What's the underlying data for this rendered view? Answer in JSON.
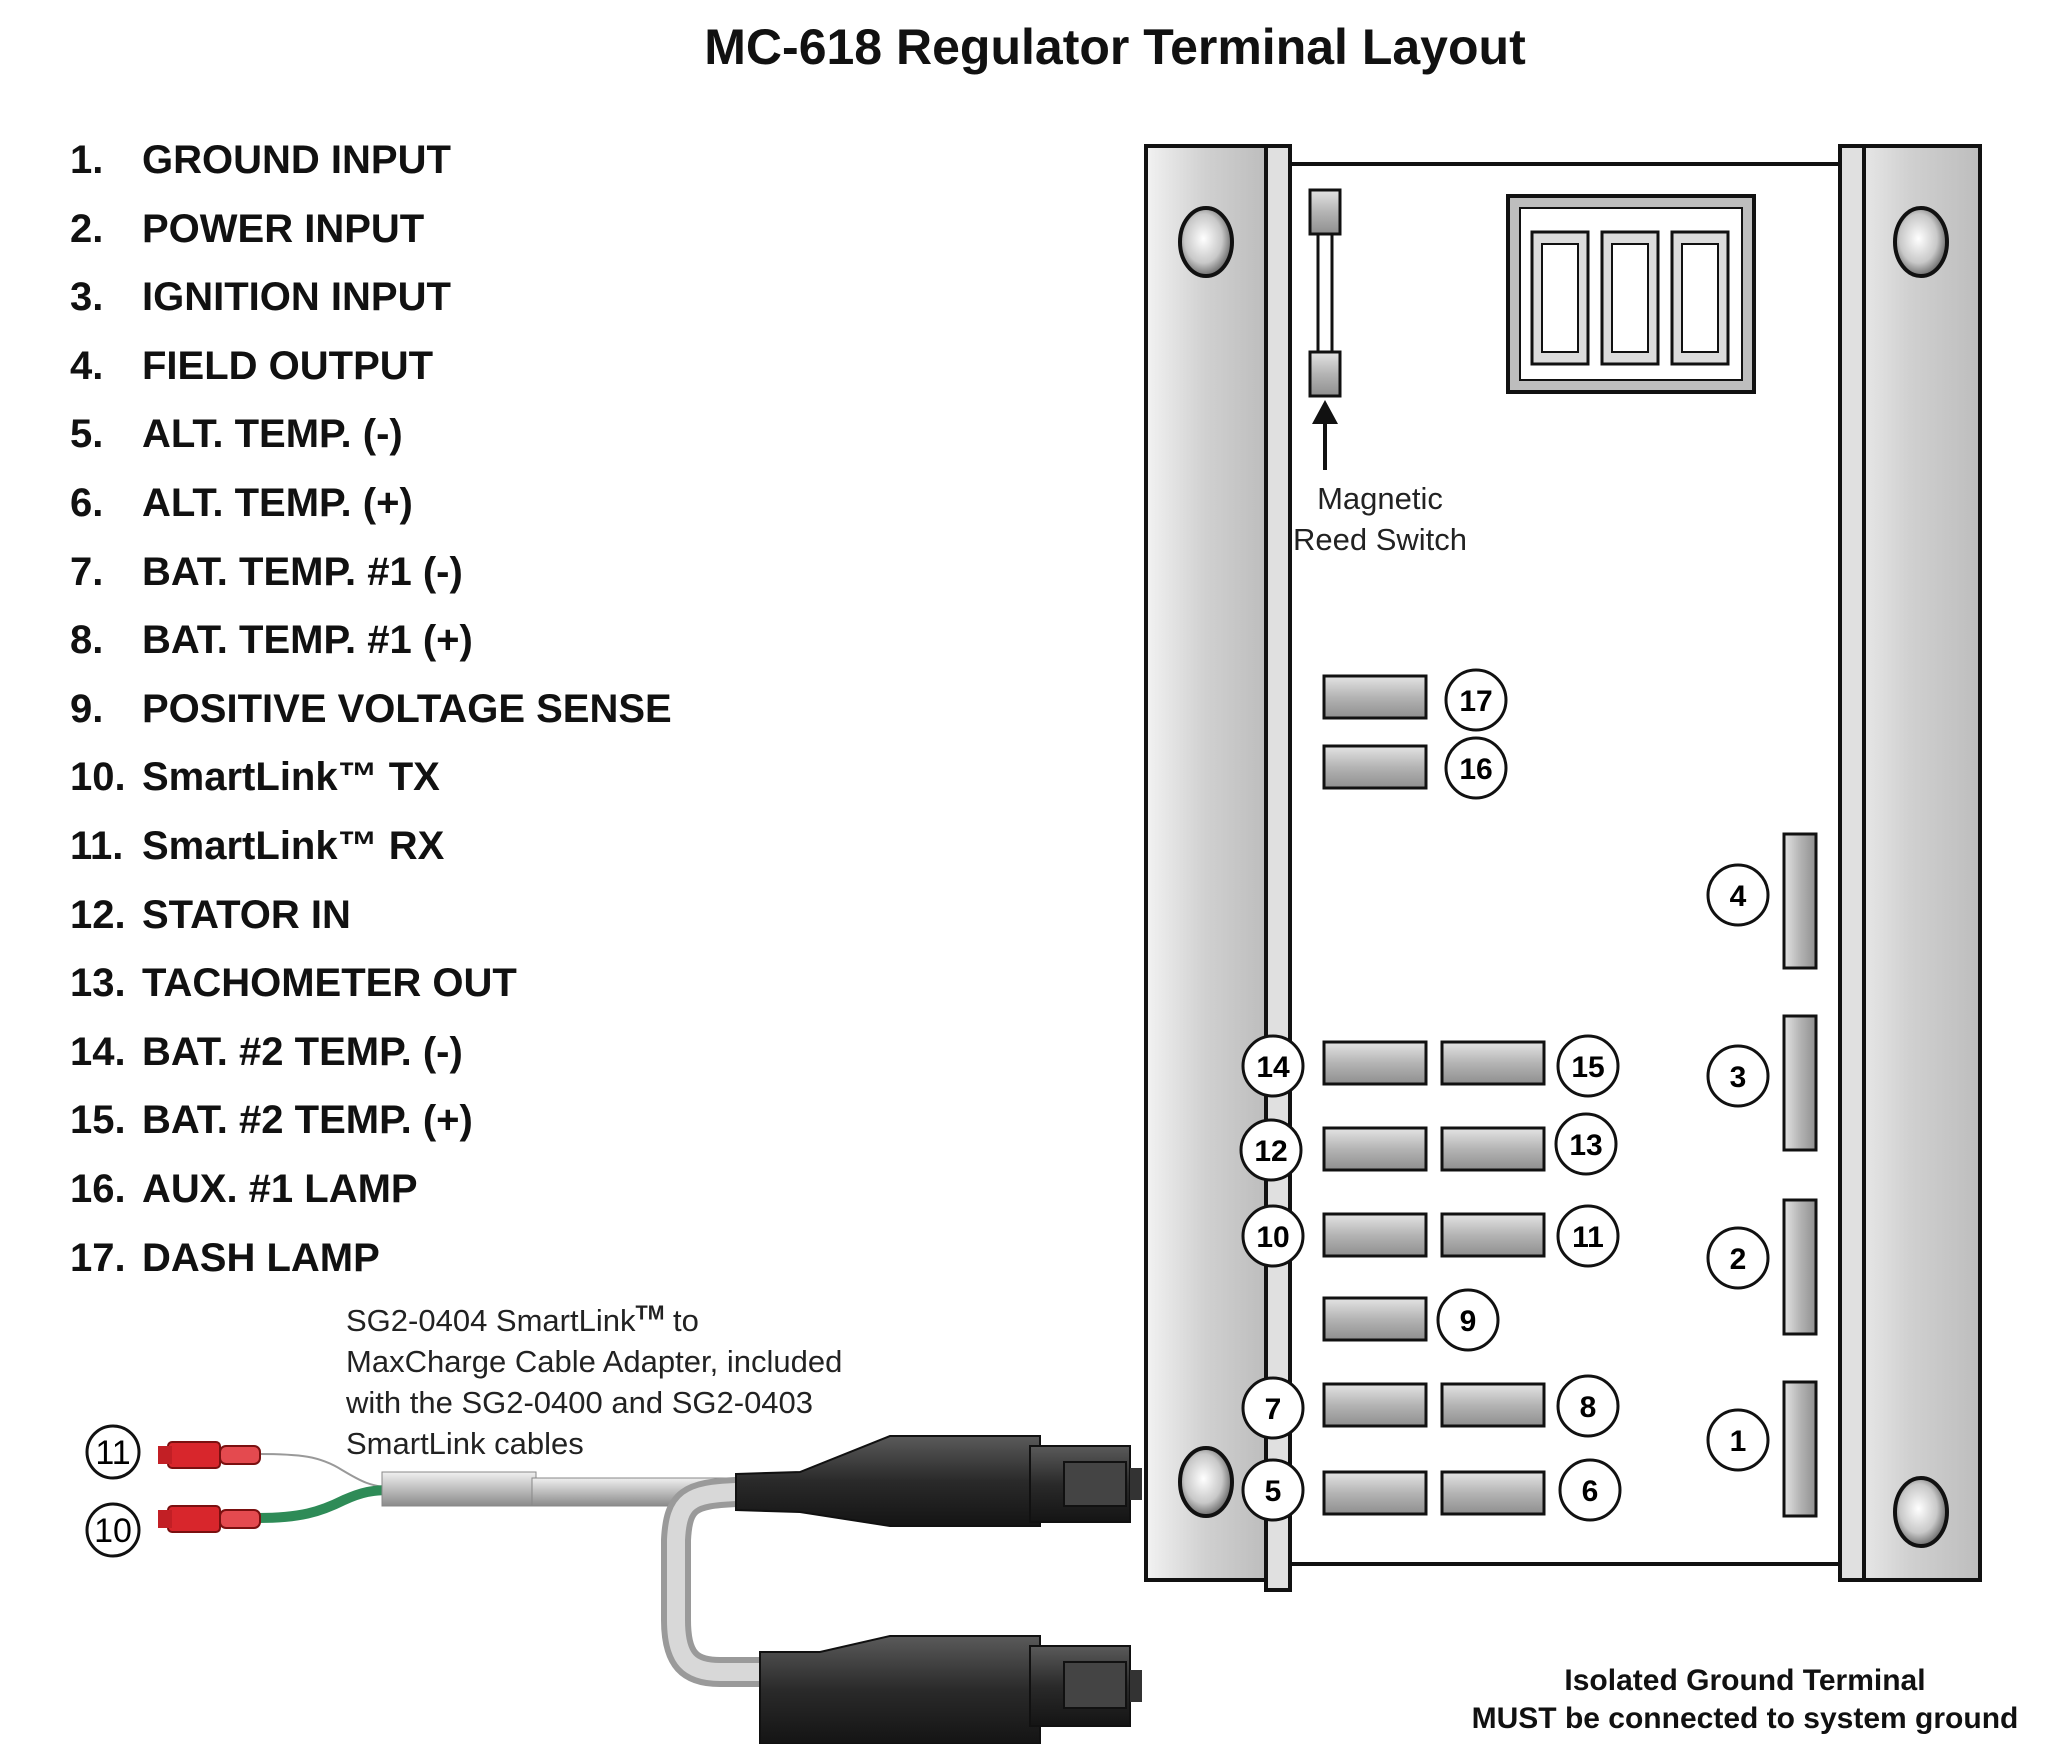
{
  "title": "MC-618 Regulator Terminal Layout",
  "legend": [
    {
      "num": "1.",
      "label": "GROUND INPUT"
    },
    {
      "num": "2.",
      "label": "POWER INPUT"
    },
    {
      "num": "3.",
      "label": "IGNITION INPUT"
    },
    {
      "num": "4.",
      "label": "FIELD OUTPUT"
    },
    {
      "num": "5.",
      "label": "ALT. TEMP. (-)"
    },
    {
      "num": "6.",
      "label": "ALT. TEMP. (+)"
    },
    {
      "num": "7.",
      "label": "BAT. TEMP. #1 (-)"
    },
    {
      "num": "8.",
      "label": "BAT. TEMP. #1 (+)"
    },
    {
      "num": "9.",
      "label": "POSITIVE VOLTAGE SENSE"
    },
    {
      "num": "10.",
      "label": "SmartLink™ TX"
    },
    {
      "num": "11.",
      "label": "SmartLink™ RX"
    },
    {
      "num": "12.",
      "label": "STATOR IN"
    },
    {
      "num": "13.",
      "label": "TACHOMETER OUT"
    },
    {
      "num": "14.",
      "label": "BAT. #2 TEMP. (-)"
    },
    {
      "num": "15.",
      "label": "BAT. #2 TEMP. (+)"
    },
    {
      "num": "16.",
      "label": "AUX. #1 LAMP"
    },
    {
      "num": "17.",
      "label": "DASH LAMP"
    }
  ],
  "reed_switch": {
    "line1": "Magnetic",
    "line2": "Reed Switch"
  },
  "cable_note": {
    "line1_a": "SG2-0404 SmartLink",
    "line1_tm": "TM",
    "line1_b": " to",
    "line2": "MaxCharge Cable Adapter, included",
    "line3": "with the SG2-0400 and SG2-0403",
    "line4": "SmartLink cables"
  },
  "ground_note": {
    "line1": "Isolated Ground Terminal",
    "line2": "MUST be connected to system ground"
  },
  "terminal_numbers": {
    "t1": "1",
    "t2": "2",
    "t3": "3",
    "t4": "4",
    "t5": "5",
    "t6": "6",
    "t7": "7",
    "t8": "8",
    "t9": "9",
    "t10": "10",
    "t11": "11",
    "t12": "12",
    "t13": "13",
    "t14": "14",
    "t15": "15",
    "t16": "16",
    "t17": "17"
  },
  "cable_wire_labels": {
    "rx": "11",
    "tx": "10"
  },
  "colors": {
    "plate": "#ffffff",
    "rail": "#d4d4d4",
    "terminal_fill": "#a9a9a9",
    "wire_red": "#d8262c",
    "wire_green": "#2e8b57",
    "connector": "#2b2b2b"
  }
}
